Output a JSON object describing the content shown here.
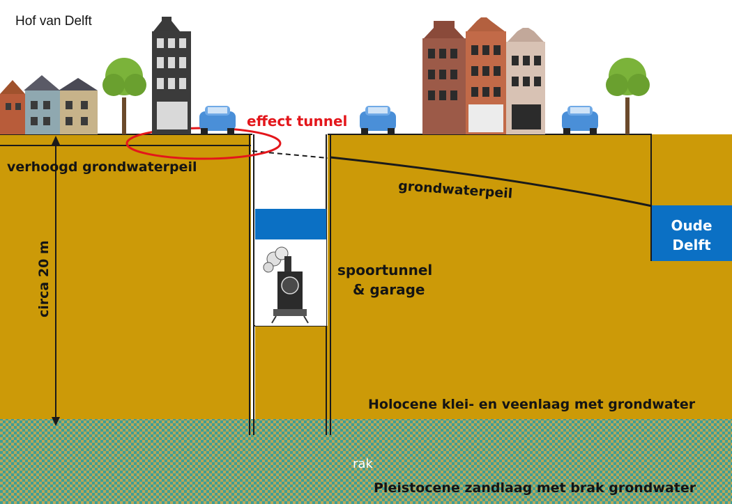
{
  "title": "Hof van Delft",
  "labels": {
    "effect_tunnel": "effect tunnel",
    "raised_groundwater": "verhoogd grondwaterpeil",
    "groundwater_level": "grondwaterpeil",
    "canal": "Oude Delft",
    "depth": "circa 20 m",
    "tunnel_line1": "spoortunnel",
    "tunnel_line2": "& garage",
    "holocene": "Holocene klei- en veenlaag met grondwater",
    "stray_text": "rak",
    "pleistocene": "Pleistocene zandlaag met brak grondwater"
  },
  "colors": {
    "soil": "#cc9a08",
    "water": "#0b70c4",
    "sand_a": "#3e9e96",
    "sand_b": "#b7a85a",
    "highlight": "#e3161b",
    "car": "#4a8fd8"
  }
}
